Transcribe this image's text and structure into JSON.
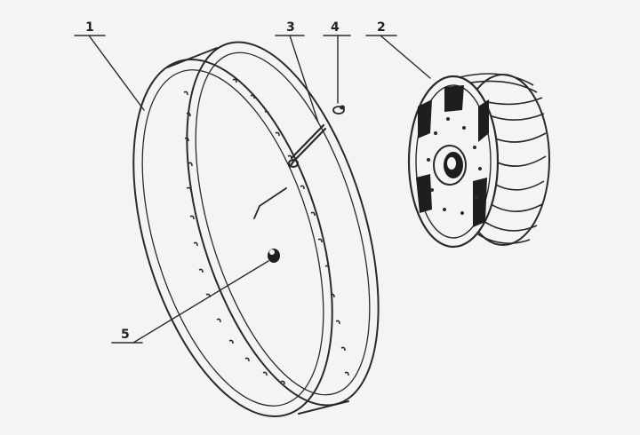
{
  "diagram": {
    "type": "exploded-parts-drawing",
    "callouts": [
      {
        "id": "1",
        "label": "1",
        "part": "rim"
      },
      {
        "id": "2",
        "label": "2",
        "part": "hub"
      },
      {
        "id": "3",
        "label": "3",
        "part": "spoke"
      },
      {
        "id": "4",
        "label": "4",
        "part": "spoke-nipple"
      },
      {
        "id": "5",
        "label": "5",
        "part": "valve-grommet"
      }
    ],
    "colors": {
      "ink": "#2a2a2a",
      "paper": "#f4f4f2",
      "shade": "#1e1e1e"
    }
  }
}
